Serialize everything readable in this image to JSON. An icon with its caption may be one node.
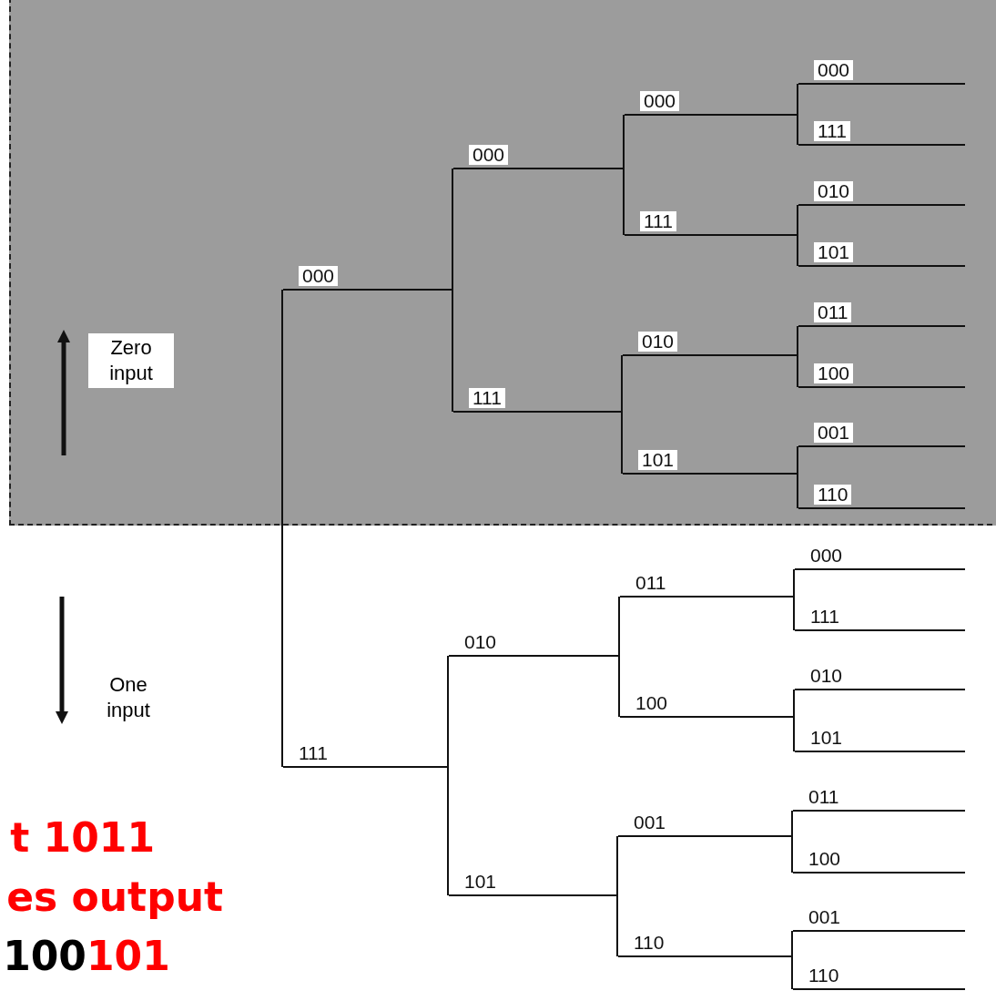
{
  "diagram": {
    "nodes": [
      {
        "text": [],
        "shape": "bar"
      },
      {
        "text": [],
        "shape": "bar"
      },
      {
        "text": [],
        "shape": "bar"
      },
      {
        "text": [],
        "shape": "bar"
      },
      {
        "text": [],
        "shape": "bar"
      },
      {
        "text": [],
        "shape": "bar"
      },
      {
        "text": [],
        "shape": "bar"
      },
      {
        "text": [],
        "shape": "bar"
      },
      {
        "text": [],
        "shape": "bar"
      },
      {
        "text": [],
        "shape": "bar"
      },
      {
        "text": [],
        "shape": "bar"
      },
      {
        "text": [],
        "shape": "bar"
      },
      {
        "text": [],
        "shape": "bar"
      },
      {
        "text": [],
        "shape": "bar"
      },
      {
        "text": [],
        "shape": "bar"
      }
    ],
    "edges": [
      {
        "from": 0,
        "to": 1,
        "arrow": "none",
        "label": "000"
      },
      {
        "from": 0,
        "to": 2,
        "arrow": "none",
        "label": "111"
      },
      {
        "from": 1,
        "to": 3,
        "arrow": "none",
        "label": "000"
      },
      {
        "from": 1,
        "to": 4,
        "arrow": "none",
        "label": "111"
      },
      {
        "from": 2,
        "to": 5,
        "arrow": "none",
        "label": "010"
      },
      {
        "from": 2,
        "to": 6,
        "arrow": "none",
        "label": "101"
      },
      {
        "from": 3,
        "to": 7,
        "arrow": "none",
        "label": "000"
      },
      {
        "from": 3,
        "to": 8,
        "arrow": "none",
        "label": "111"
      },
      {
        "from": 4,
        "to": 9,
        "arrow": "none",
        "label": "010"
      },
      {
        "from": 4,
        "to": 10,
        "arrow": "none",
        "label": "101"
      },
      {
        "from": 5,
        "to": 11,
        "arrow": "none",
        "label": "011"
      },
      {
        "from": 5,
        "to": 12,
        "arrow": "none",
        "label": "100"
      },
      {
        "from": 6,
        "to": 13,
        "arrow": "none",
        "label": "001"
      },
      {
        "from": 6,
        "to": 14,
        "arrow": "none",
        "label": "110"
      },
      {
        "from": 7,
        "to": null,
        "arrow": "none",
        "label": "000"
      },
      {
        "from": 7,
        "to": null,
        "arrow": "none",
        "label": "111"
      },
      {
        "from": 8,
        "to": null,
        "arrow": "none",
        "label": "010"
      },
      {
        "from": 8,
        "to": null,
        "arrow": "none",
        "label": "101"
      },
      {
        "from": 9,
        "to": null,
        "arrow": "none",
        "label": "011"
      },
      {
        "from": 9,
        "to": null,
        "arrow": "none",
        "label": "100"
      },
      {
        "from": 10,
        "to": null,
        "arrow": "none",
        "label": "001"
      },
      {
        "from": 10,
        "to": null,
        "arrow": "none",
        "label": "110"
      },
      {
        "from": 11,
        "to": null,
        "arrow": "none",
        "label": "000"
      },
      {
        "from": 11,
        "to": null,
        "arrow": "none",
        "label": "111"
      },
      {
        "from": 12,
        "to": null,
        "arrow": "none",
        "label": "010"
      },
      {
        "from": 12,
        "to": null,
        "arrow": "none",
        "label": "101"
      },
      {
        "from": 13,
        "to": null,
        "arrow": "none",
        "label": "011"
      },
      {
        "from": 13,
        "to": null,
        "arrow": "none",
        "label": "100"
      },
      {
        "from": 14,
        "to": null,
        "arrow": "none",
        "label": "001"
      },
      {
        "from": 14,
        "to": null,
        "arrow": "none",
        "label": "110"
      }
    ],
    "labels": [
      "Zero input",
      "One input",
      "t 1011",
      "es output",
      "100",
      "101"
    ]
  }
}
